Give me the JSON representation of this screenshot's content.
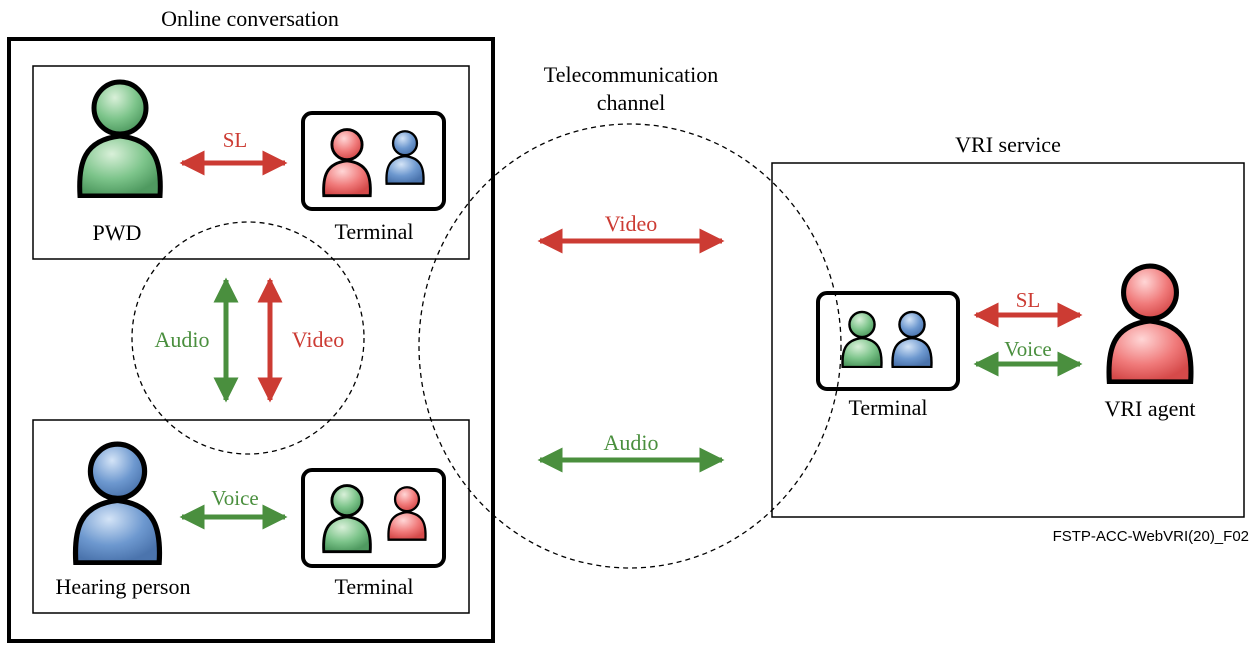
{
  "colors": {
    "red": "#cc3b33",
    "green": "#4a8f3e",
    "blue": "#5b86bf",
    "line": "#000000"
  },
  "titles": {
    "online": "Online conversation",
    "channel_line1": "Telecommunication",
    "channel_line2": "channel",
    "vri": "VRI service"
  },
  "pwd_box": {
    "person": "PWD",
    "terminal": "Terminal",
    "link": "SL"
  },
  "hearing_box": {
    "person": "Hearing person",
    "terminal": "Terminal",
    "link": "Voice"
  },
  "middle": {
    "audio": "Audio",
    "video": "Video"
  },
  "channel": {
    "video": "Video",
    "audio": "Audio"
  },
  "vri": {
    "terminal": "Terminal",
    "agent": "VRI agent",
    "sl": "SL",
    "voice": "Voice"
  },
  "figure_code": "FSTP-ACC-WebVRI(20)_F02"
}
